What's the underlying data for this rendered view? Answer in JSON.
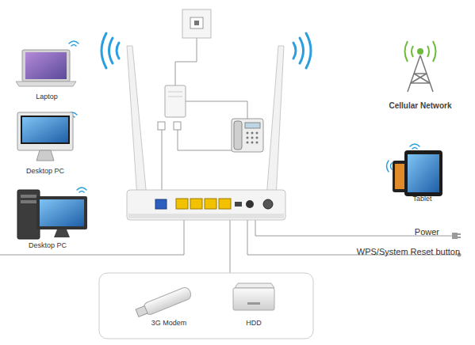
{
  "diagram": {
    "nodes": [
      {
        "text": [
          "Laptop"
        ]
      },
      {
        "text": [
          "Cellular Network"
        ]
      },
      {
        "text": [
          "Desktop PC"
        ]
      },
      {
        "text": [
          "Tablet"
        ]
      },
      {
        "text": [
          "Desktop PC"
        ]
      },
      {
        "text": [
          "3G Modem"
        ]
      },
      {
        "text": [
          "HDD"
        ]
      }
    ],
    "labels": [
      "Power",
      "WPS/System Reset button"
    ]
  }
}
